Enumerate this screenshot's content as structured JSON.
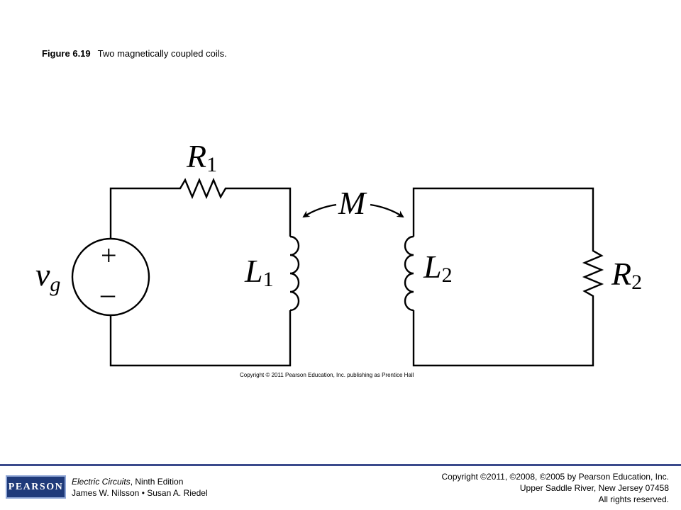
{
  "caption": {
    "figure_number": "Figure 6.19",
    "text": "Two magnetically coupled coils."
  },
  "circuit": {
    "source_label": "v",
    "source_subscript": "g",
    "source_plus": "+",
    "source_minus": "–",
    "r1_label": "R",
    "r1_subscript": "1",
    "l1_label": "L",
    "l1_subscript": "1",
    "mutual_label": "M",
    "l2_label": "L",
    "l2_subscript": "2",
    "r2_label": "R",
    "r2_subscript": "2",
    "figure_copyright": "Copyright © 2011 Pearson Education, Inc. publishing as Prentice Hall"
  },
  "footer": {
    "logo_text": "PEARSON",
    "book_title": "Electric Circuits",
    "book_edition": ", Ninth Edition",
    "authors": "James W. Nilsson • Susan A. Riedel",
    "copyright_line1": "Copyright ©2011, ©2008, ©2005 by Pearson Education, Inc.",
    "copyright_line2": "Upper Saddle River, New Jersey 07458",
    "copyright_line3": "All rights reserved."
  },
  "colors": {
    "footer_rule": "#3a4a8c",
    "logo_background": "#1f3a7a"
  }
}
